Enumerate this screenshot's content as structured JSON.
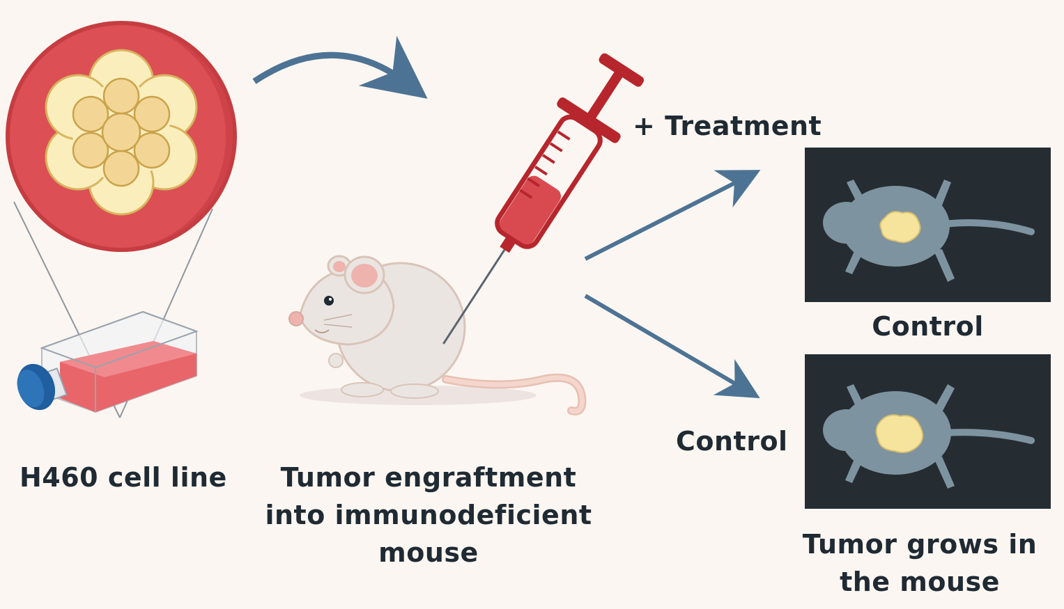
{
  "labels": {
    "cell_line": "H460 cell line",
    "engraftment": [
      "Tumor engraftment",
      "into immunodeficient",
      "mouse"
    ],
    "treatment": "+ Treatment",
    "control_top": "Control",
    "control_side": "Control",
    "tumor_grows": [
      "Tumor grows in",
      "the mouse"
    ]
  },
  "colors": {
    "background": "#fbf6f1",
    "text": "#1f2a33",
    "arrow": "#4d7394",
    "spheroid_bg": "#d84a4f",
    "syringe": "#b6262c",
    "panel_bg": "#252d32",
    "mouse_silhouette": "#7e93a0",
    "tumor": "#f6e49c"
  }
}
